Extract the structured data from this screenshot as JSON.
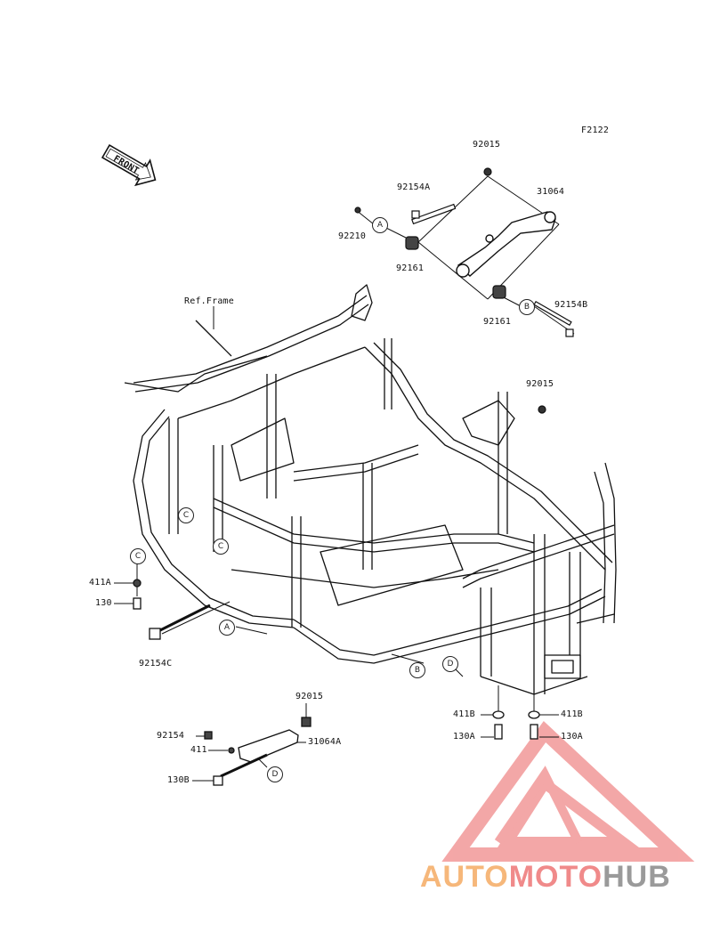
{
  "figure_code": "F2122",
  "front_label": "FRONT",
  "ref_label": "Ref.Frame",
  "callouts": {
    "A": "A",
    "B": "B",
    "C": "C",
    "D": "D"
  },
  "parts": {
    "p92015_top": "92015",
    "p92154A": "92154A",
    "p31064": "31064",
    "p92210": "92210",
    "p92161_a": "92161",
    "p92161_b": "92161",
    "p92154B": "92154B",
    "p92015_mid": "92015",
    "p411A": "411A",
    "p130": "130",
    "p92154C": "92154C",
    "p92015_bot": "92015",
    "p92154": "92154",
    "p411": "411",
    "p31064A": "31064A",
    "p130B": "130B",
    "p411B_l": "411B",
    "p130A_l": "130A",
    "p411B_r": "411B",
    "p130A_r": "130A"
  },
  "watermark": {
    "part1": "AUTO",
    "part2": "MOTO",
    "part3": "HUB",
    "colors": {
      "auto": "#f6b77a",
      "moto": "#f08a8a",
      "hub": "#9a9a9a",
      "triangle": "#f08a8a"
    }
  }
}
